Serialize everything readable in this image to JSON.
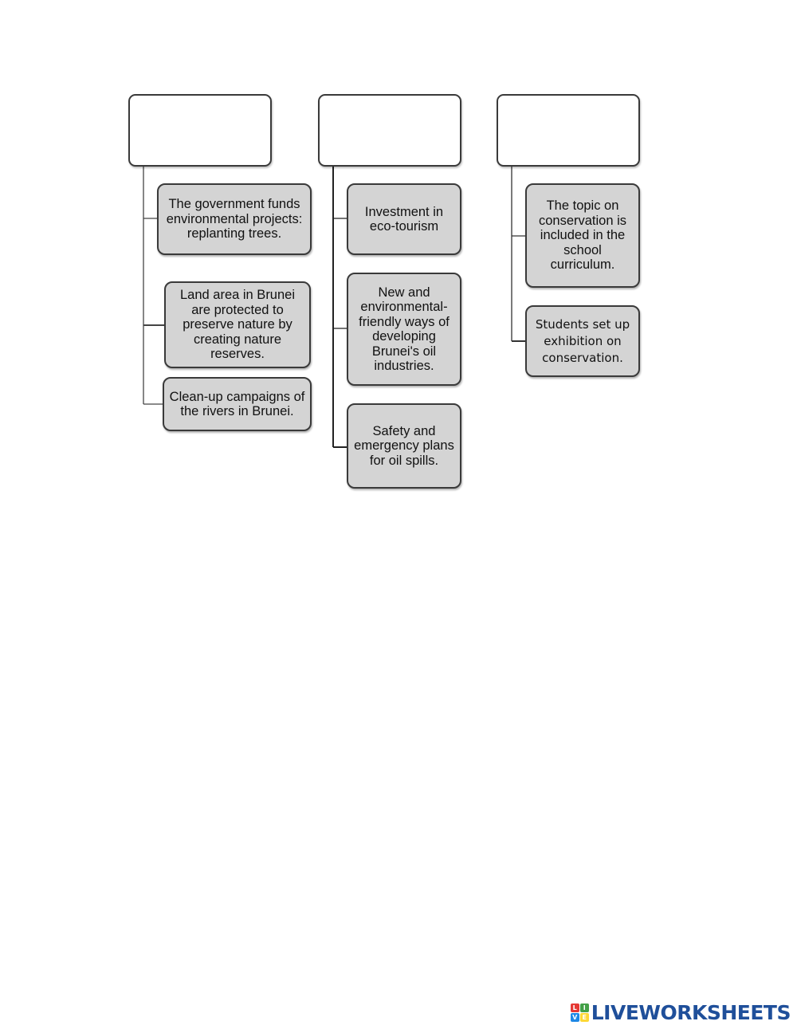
{
  "columns": [
    {
      "header": "",
      "items": [
        "The government funds environmental projects: replanting trees.",
        "Land area in Brunei are protected to preserve nature by creating nature reserves.",
        "Clean-up campaigns of the rivers in Brunei."
      ]
    },
    {
      "header": "",
      "items": [
        "Investment in eco-tourism",
        "New and environmental-friendly ways of developing Brunei's oil industries.",
        "Safety and emergency plans for oil spills."
      ]
    },
    {
      "header": "",
      "items": [
        "The topic on conservation is included in the school curriculum.",
        "Students set up exhibition on conservation."
      ]
    }
  ],
  "brand": {
    "name": "LIVEWORKSHEETS",
    "logo_letters": [
      "L",
      "I",
      "V",
      "E"
    ],
    "logo_colors": [
      "#e53935",
      "#43a047",
      "#1e88e5",
      "#fdd835"
    ],
    "text_color": "#1f4f9a"
  }
}
